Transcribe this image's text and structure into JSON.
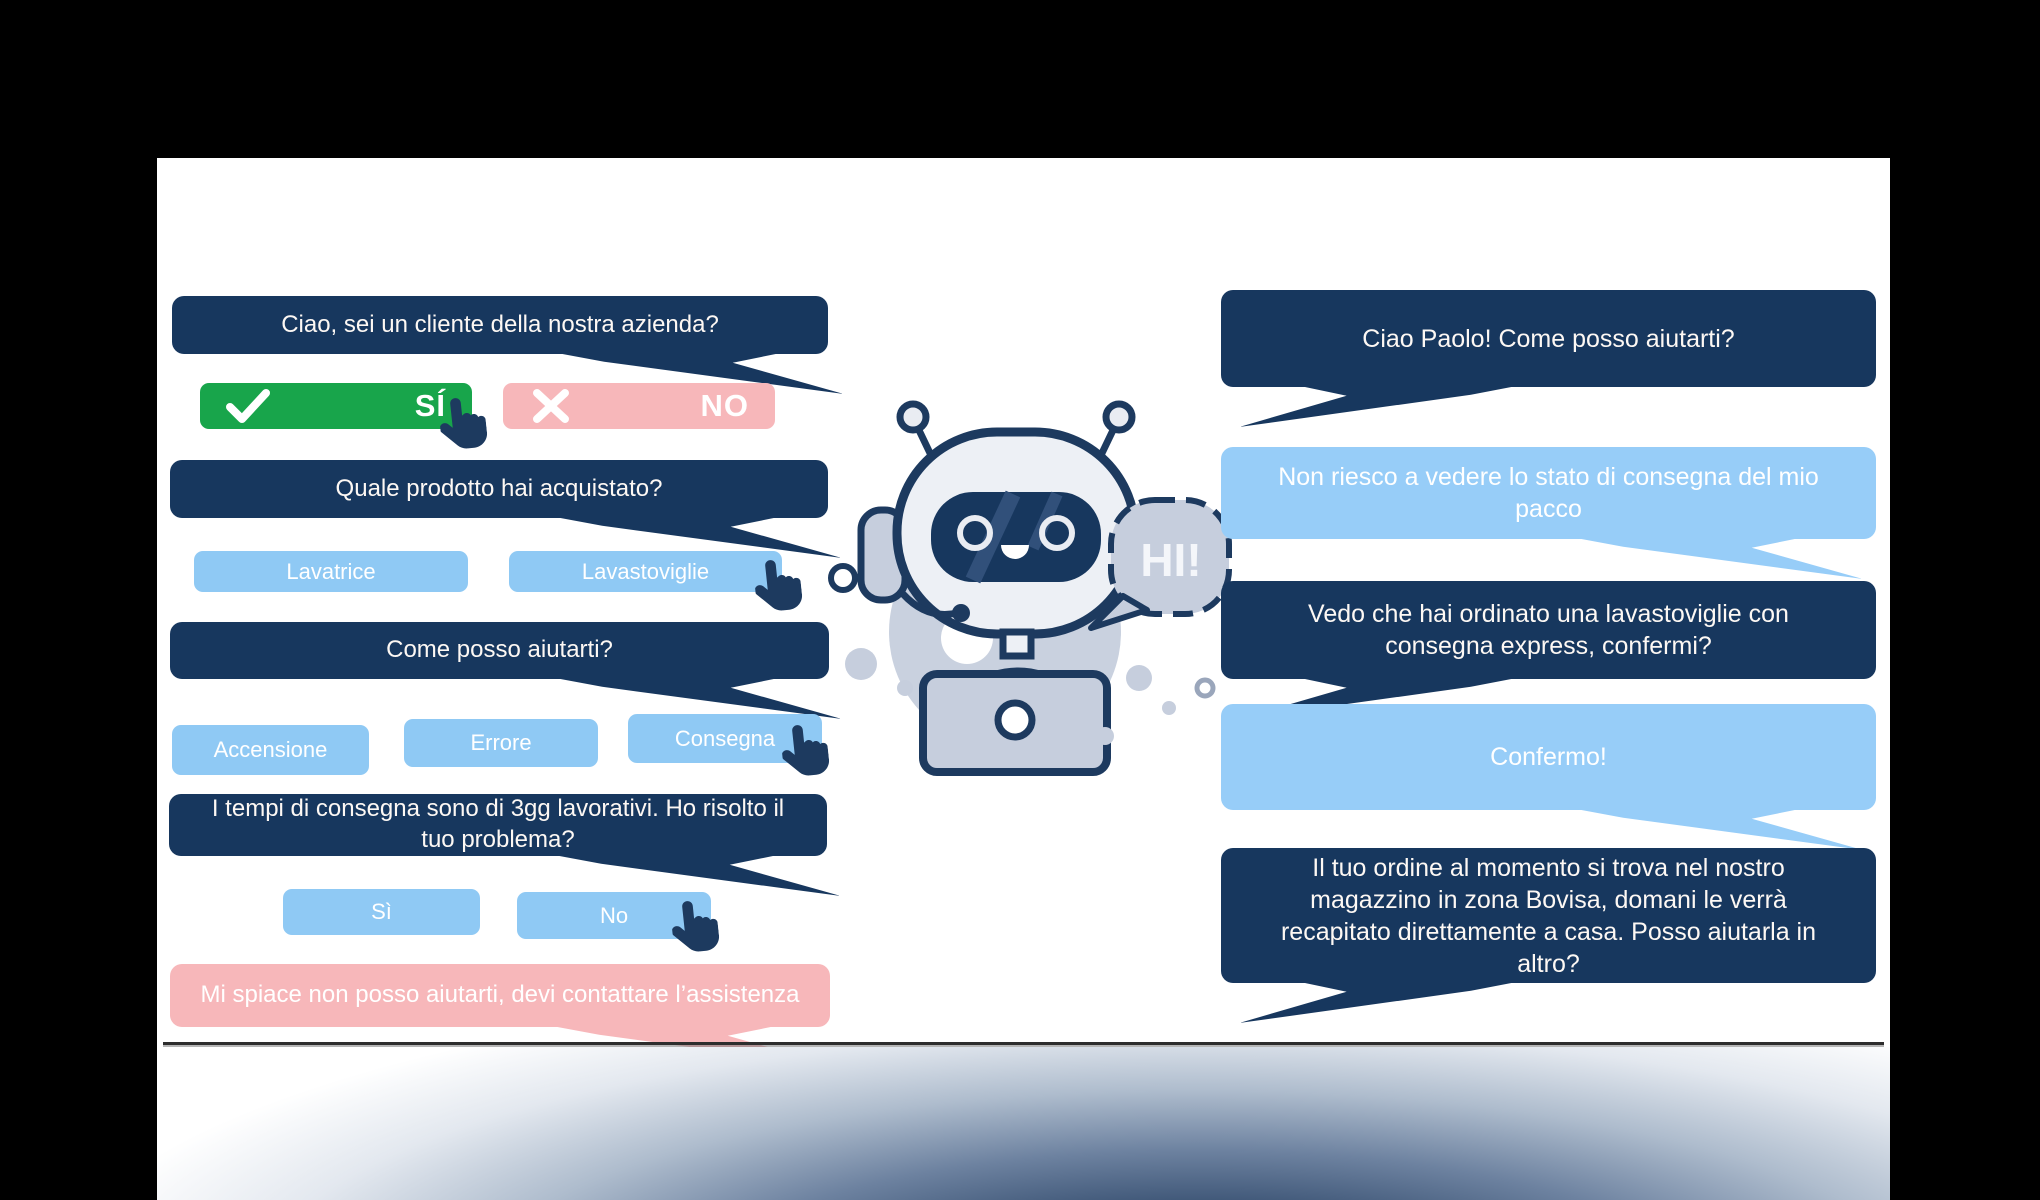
{
  "slide_title": "",
  "colors": {
    "navy": "#17375e",
    "green": "#18a54b",
    "pink": "#f7b7ba",
    "button_blue": "#8fc9f4",
    "chat_blue": "#97cdf8",
    "white": "#ffffff"
  },
  "left_flow": {
    "bot_bubbles": [
      {
        "text": "Ciao, sei un cliente della nostra azienda?"
      },
      {
        "text": "Quale prodotto hai acquistato?"
      },
      {
        "text": "Come posso aiutarti?"
      },
      {
        "text": "I tempi di consegna sono di 3gg lavorativi. Ho risolto il tuo problema?"
      }
    ],
    "error_bubble": {
      "text": "Mi spiace non posso aiutarti, devi contattare l’assistenza"
    },
    "yes_button": {
      "label": "SÍ"
    },
    "no_button": {
      "label": "NO"
    },
    "product_buttons": [
      {
        "label": "Lavatrice"
      },
      {
        "label": "Lavastoviglie"
      }
    ],
    "help_buttons": [
      {
        "label": "Accensione"
      },
      {
        "label": "Errore"
      },
      {
        "label": "Consegna"
      }
    ],
    "confirm_buttons": [
      {
        "label": "Sì"
      },
      {
        "label": "No"
      }
    ]
  },
  "right_chat": {
    "messages": [
      {
        "from": "bot",
        "text": "Ciao Paolo! Come posso aiutarti?"
      },
      {
        "from": "user",
        "text": "Non riesco a vedere lo stato di consegna del mio pacco"
      },
      {
        "from": "bot",
        "text": "Vedo che hai ordinato una lavastoviglie con consegna express, confermi?"
      },
      {
        "from": "user",
        "text": "Confermo!"
      },
      {
        "from": "bot",
        "text": "Il tuo ordine al momento si trova nel nostro magazzino in zona Bovisa, domani le verrà recapitato direttamente a casa. Posso aiutarla in altro?"
      }
    ]
  },
  "robot": {
    "greeting": "HI!"
  }
}
